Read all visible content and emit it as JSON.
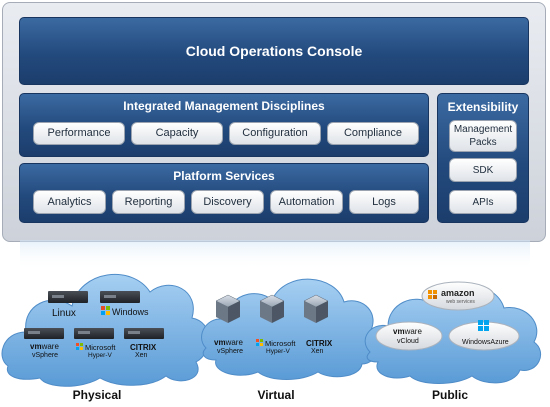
{
  "console": {
    "title": "Cloud Operations Console"
  },
  "disciplines": {
    "title": "Integrated Management Disciplines",
    "items": [
      "Performance",
      "Capacity",
      "Configuration",
      "Compliance"
    ]
  },
  "platform": {
    "title": "Platform Services",
    "items": [
      "Analytics",
      "Reporting",
      "Discovery",
      "Automation",
      "Logs"
    ]
  },
  "extensibility": {
    "title": "Extensibility",
    "items": [
      "Management Packs",
      "SDK",
      "APIs"
    ]
  },
  "clouds": {
    "physical": {
      "label": "Physical",
      "logos": {
        "linux": "Linux",
        "windows": "Windows",
        "vmware_a": "vm",
        "vmware_b": "ware",
        "vmware_sub": "vSphere",
        "microsoft": "Microsoft",
        "microsoft_sub": "Hyper-V",
        "citrix": "CITRIX",
        "citrix_sub": "Xen"
      }
    },
    "virtual": {
      "label": "Virtual",
      "logos": {
        "vmware_a": "vm",
        "vmware_b": "ware",
        "vmware_sub": "vSphere",
        "microsoft": "Microsoft",
        "microsoft_sub": "Hyper-V",
        "citrix": "CITRIX",
        "citrix_sub": "Xen"
      }
    },
    "public": {
      "label": "Public",
      "logos": {
        "amazon": "amazon",
        "amazon_sub": "web services",
        "vmware_a": "vm",
        "vmware_b": "ware",
        "vmware_sub": "vCloud",
        "azure": "WindowsAzure"
      }
    }
  },
  "colors": {
    "box_blue": "#234a7d",
    "cloud_blue": "#7cb4e6",
    "panel_gray": "#d7dbe2",
    "citrix_red": "#c8102e",
    "amazon_orange": "#f29100"
  }
}
